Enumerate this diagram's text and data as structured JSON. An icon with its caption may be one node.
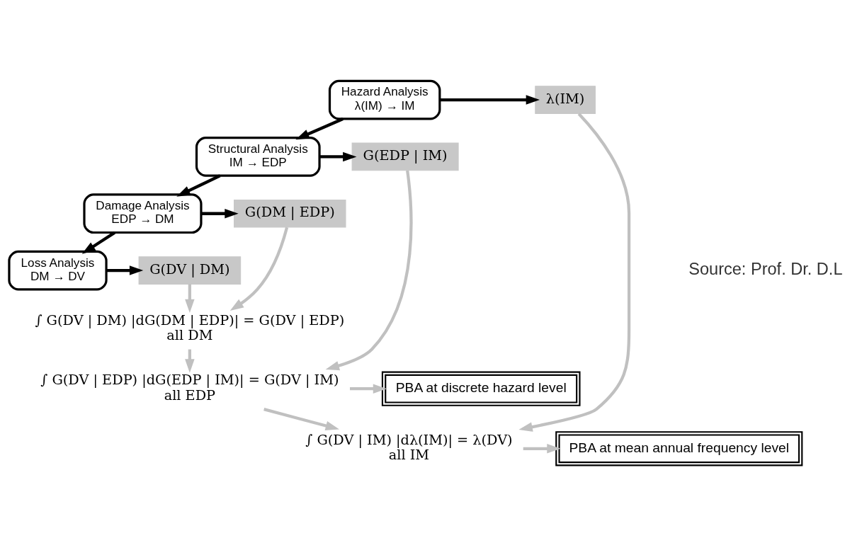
{
  "diagram": {
    "nodes": [
      {
        "text": [
          "Hazard Analysis",
          "λ(IM) → IM"
        ]
      },
      {
        "text": [
          "Structural Analysis",
          "IM → EDP"
        ]
      },
      {
        "text": [
          "Damage Analysis",
          "EDP → DM"
        ]
      },
      {
        "text": [
          "Loss Analysis",
          "DM → DV"
        ]
      },
      {
        "text": [
          "λ(IM)"
        ]
      },
      {
        "text": [
          "∫ G(DV | IM) |dλ(IM)| = λ(DV)",
          "all IM"
        ]
      },
      {
        "text": [
          "PBA at mean annual frequency level"
        ]
      },
      {
        "text": [
          "G(EDP | IM)"
        ]
      },
      {
        "text": [
          "∫ G(DV | EDP) |dG(EDP | IM)| = G(DV | IM)",
          "all EDP"
        ]
      },
      {
        "text": [
          "PBA at discrete hazard level"
        ]
      },
      {
        "text": [
          "G(DM | EDP)"
        ]
      },
      {
        "text": [
          "∫ G(DV | DM) |dG(DM | EDP)| = G(DV | EDP)",
          "all DM"
        ]
      },
      {
        "text": [
          "G(DV | DM)"
        ]
      }
    ],
    "edges": [
      {
        "from": 0,
        "to": 1,
        "arrow": "to",
        "color": "#000000"
      },
      {
        "from": 1,
        "to": 2,
        "arrow": "to",
        "color": "#000000"
      },
      {
        "from": 2,
        "to": 3,
        "arrow": "to",
        "color": "#000000"
      },
      {
        "from": 0,
        "to": 4,
        "arrow": "to",
        "color": "#000000"
      },
      {
        "from": 1,
        "to": 7,
        "arrow": "to",
        "color": "#000000"
      },
      {
        "from": 2,
        "to": 10,
        "arrow": "to",
        "color": "#000000"
      },
      {
        "from": 3,
        "to": 12,
        "arrow": "to",
        "color": "#000000"
      },
      {
        "from": 4,
        "to": 5,
        "arrow": "to",
        "color": "#c0c0c0"
      },
      {
        "from": 5,
        "to": 6,
        "arrow": "to",
        "color": "#c0c0c0"
      },
      {
        "from": 7,
        "to": 8,
        "arrow": "to",
        "color": "#c0c0c0"
      },
      {
        "from": 8,
        "to": 5,
        "arrow": "to",
        "color": "#c0c0c0"
      },
      {
        "from": 8,
        "to": 9,
        "arrow": "to",
        "color": "#c0c0c0"
      },
      {
        "from": 10,
        "to": 11,
        "arrow": "to",
        "color": "#c0c0c0"
      },
      {
        "from": 11,
        "to": 8,
        "arrow": "to",
        "color": "#c0c0c0"
      },
      {
        "from": 12,
        "to": 11,
        "arrow": "to",
        "color": "#c0c0c0"
      }
    ],
    "labels": [
      "Source: Prof. Dr. D.L"
    ]
  }
}
